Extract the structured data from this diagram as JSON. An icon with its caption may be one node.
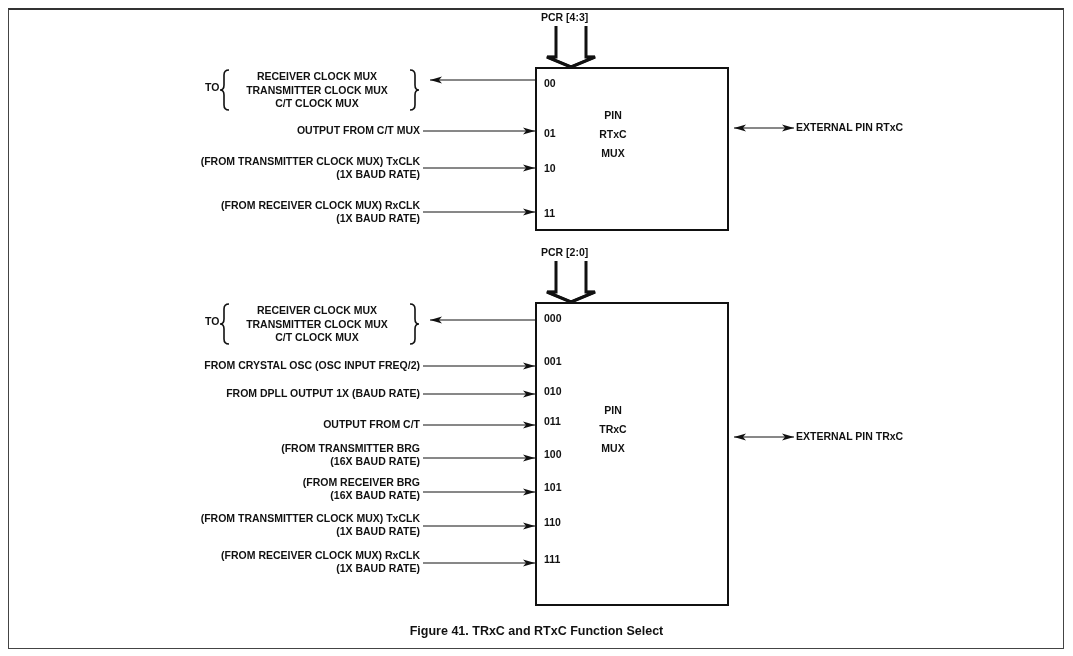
{
  "diagram": {
    "caption": "Figure 41. TRxC and RTxC Function Select",
    "nodes": [
      {
        "text": [
          "PCR [4:3]"
        ]
      },
      {
        "text": [
          "00",
          "01",
          "10",
          "11",
          "PIN RTxC MUX"
        ]
      },
      {
        "text": [
          "TO",
          "RECEIVER CLOCK MUX",
          "TRANSMITTER CLOCK MUX",
          "C/T CLOCK MUX"
        ]
      },
      {
        "text": [
          "OUTPUT FROM C/T MUX"
        ]
      },
      {
        "text": [
          "(FROM TRANSMITTER CLOCK MUX) TxCLK (1X BAUD RATE)"
        ]
      },
      {
        "text": [
          "(FROM RECEIVER CLOCK MUX) RxCLK (1X BAUD RATE)"
        ]
      },
      {
        "text": [
          "EXTERNAL PIN RTxC"
        ]
      },
      {
        "text": [
          "PCR [2:0]"
        ]
      },
      {
        "text": [
          "000",
          "001",
          "010",
          "011",
          "100",
          "101",
          "110",
          "111",
          "PIN TRxC MUX"
        ]
      },
      {
        "text": [
          "TO",
          "RECEIVER CLOCK MUX",
          "TRANSMITTER CLOCK MUX",
          "C/T CLOCK MUX"
        ]
      },
      {
        "text": [
          "FROM CRYSTAL OSC (OSC INPUT FREQ/2)"
        ]
      },
      {
        "text": [
          "FROM DPLL OUTPUT 1X (BAUD RATE)"
        ]
      },
      {
        "text": [
          "OUTPUT FROM C/T"
        ]
      },
      {
        "text": [
          "(FROM TRANSMITTER BRG (16X BAUD RATE)"
        ]
      },
      {
        "text": [
          "(FROM RECEIVER BRG (16X BAUD RATE)"
        ]
      },
      {
        "text": [
          "(FROM TRANSMITTER CLOCK MUX) TxCLK (1X BAUD RATE)"
        ]
      },
      {
        "text": [
          "(FROM RECEIVER CLOCK MUX) RxCLK (1X BAUD RATE)"
        ]
      },
      {
        "text": [
          "EXTERNAL PIN TRxC"
        ]
      }
    ],
    "edges": [
      {
        "from": 0,
        "to": 1,
        "arrow": "to",
        "style": "thick"
      },
      {
        "from": 1,
        "to": 2,
        "arrow": "to"
      },
      {
        "from": 3,
        "to": 1,
        "arrow": "to"
      },
      {
        "from": 4,
        "to": 1,
        "arrow": "to"
      },
      {
        "from": 5,
        "to": 1,
        "arrow": "to"
      },
      {
        "from": 1,
        "to": 6,
        "arrow": "both"
      },
      {
        "from": 7,
        "to": 8,
        "arrow": "to",
        "style": "thick"
      },
      {
        "from": 8,
        "to": 9,
        "arrow": "to"
      },
      {
        "from": 10,
        "to": 8,
        "arrow": "to"
      },
      {
        "from": 11,
        "to": 8,
        "arrow": "to"
      },
      {
        "from": 12,
        "to": 8,
        "arrow": "to"
      },
      {
        "from": 13,
        "to": 8,
        "arrow": "to"
      },
      {
        "from": 14,
        "to": 8,
        "arrow": "to"
      },
      {
        "from": 15,
        "to": 8,
        "arrow": "to"
      },
      {
        "from": 16,
        "to": 8,
        "arrow": "to"
      },
      {
        "from": 8,
        "to": 17,
        "arrow": "both"
      }
    ]
  }
}
